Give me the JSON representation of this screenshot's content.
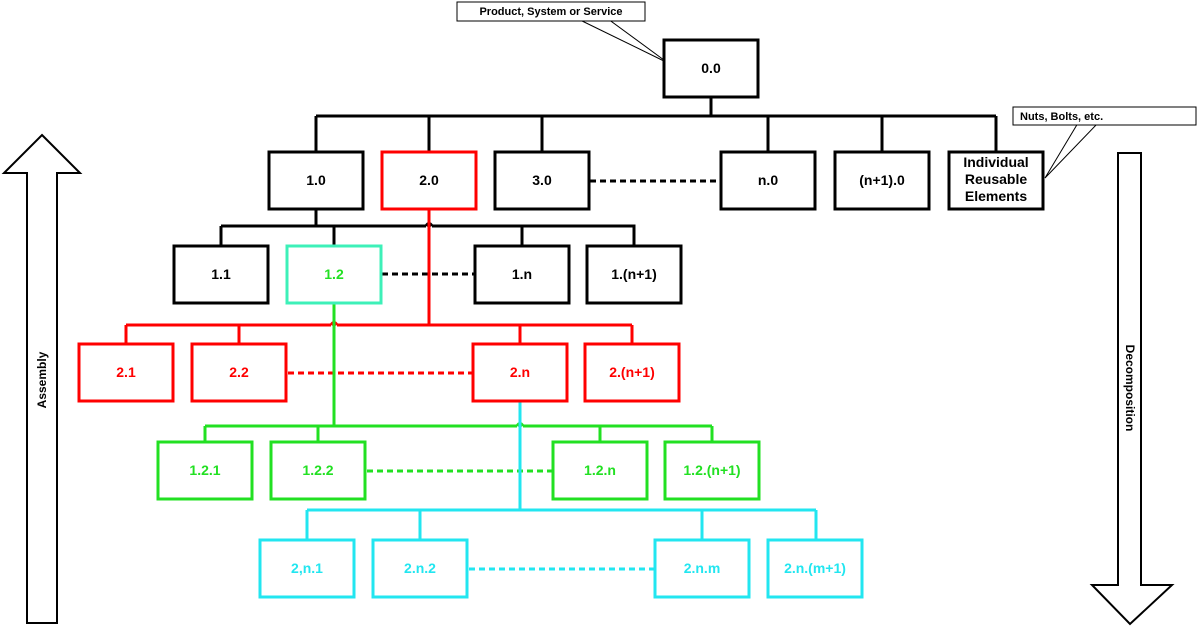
{
  "callouts": {
    "root": "Product, System or Service",
    "reusable": "Nuts, Bolts, etc."
  },
  "arrows": {
    "up": "Assembly",
    "down": "Decomposition"
  },
  "colors": {
    "black": "#000000",
    "red": "#ff0000",
    "green": "#22e022",
    "teal": "#3df0b8",
    "cyan": "#22e6f0"
  },
  "nodes": {
    "n0_0": "0.0",
    "n1_0": "1.0",
    "n2_0": "2.0",
    "n3_0": "3.0",
    "nn_0": "n.0",
    "nn1_0": "(n+1).0",
    "reuse_1": "Individual",
    "reuse_2": "Reusable",
    "reuse_3": "Elements",
    "n1_1": "1.1",
    "n1_2": "1.2",
    "n1_n": "1.n",
    "n1_n1": "1.(n+1)",
    "n2_1": "2.1",
    "n2_2": "2.2",
    "n2_n": "2.n",
    "n2_n1": "2.(n+1)",
    "n121": "1.2.1",
    "n122": "1.2.2",
    "n12n": "1.2.n",
    "n12n1": "1.2.(n+1)",
    "n2n1": "2,n.1",
    "n2n2": "2.n.2",
    "n2nm": "2.n.m",
    "n2nm1": "2.n.(m+1)"
  }
}
